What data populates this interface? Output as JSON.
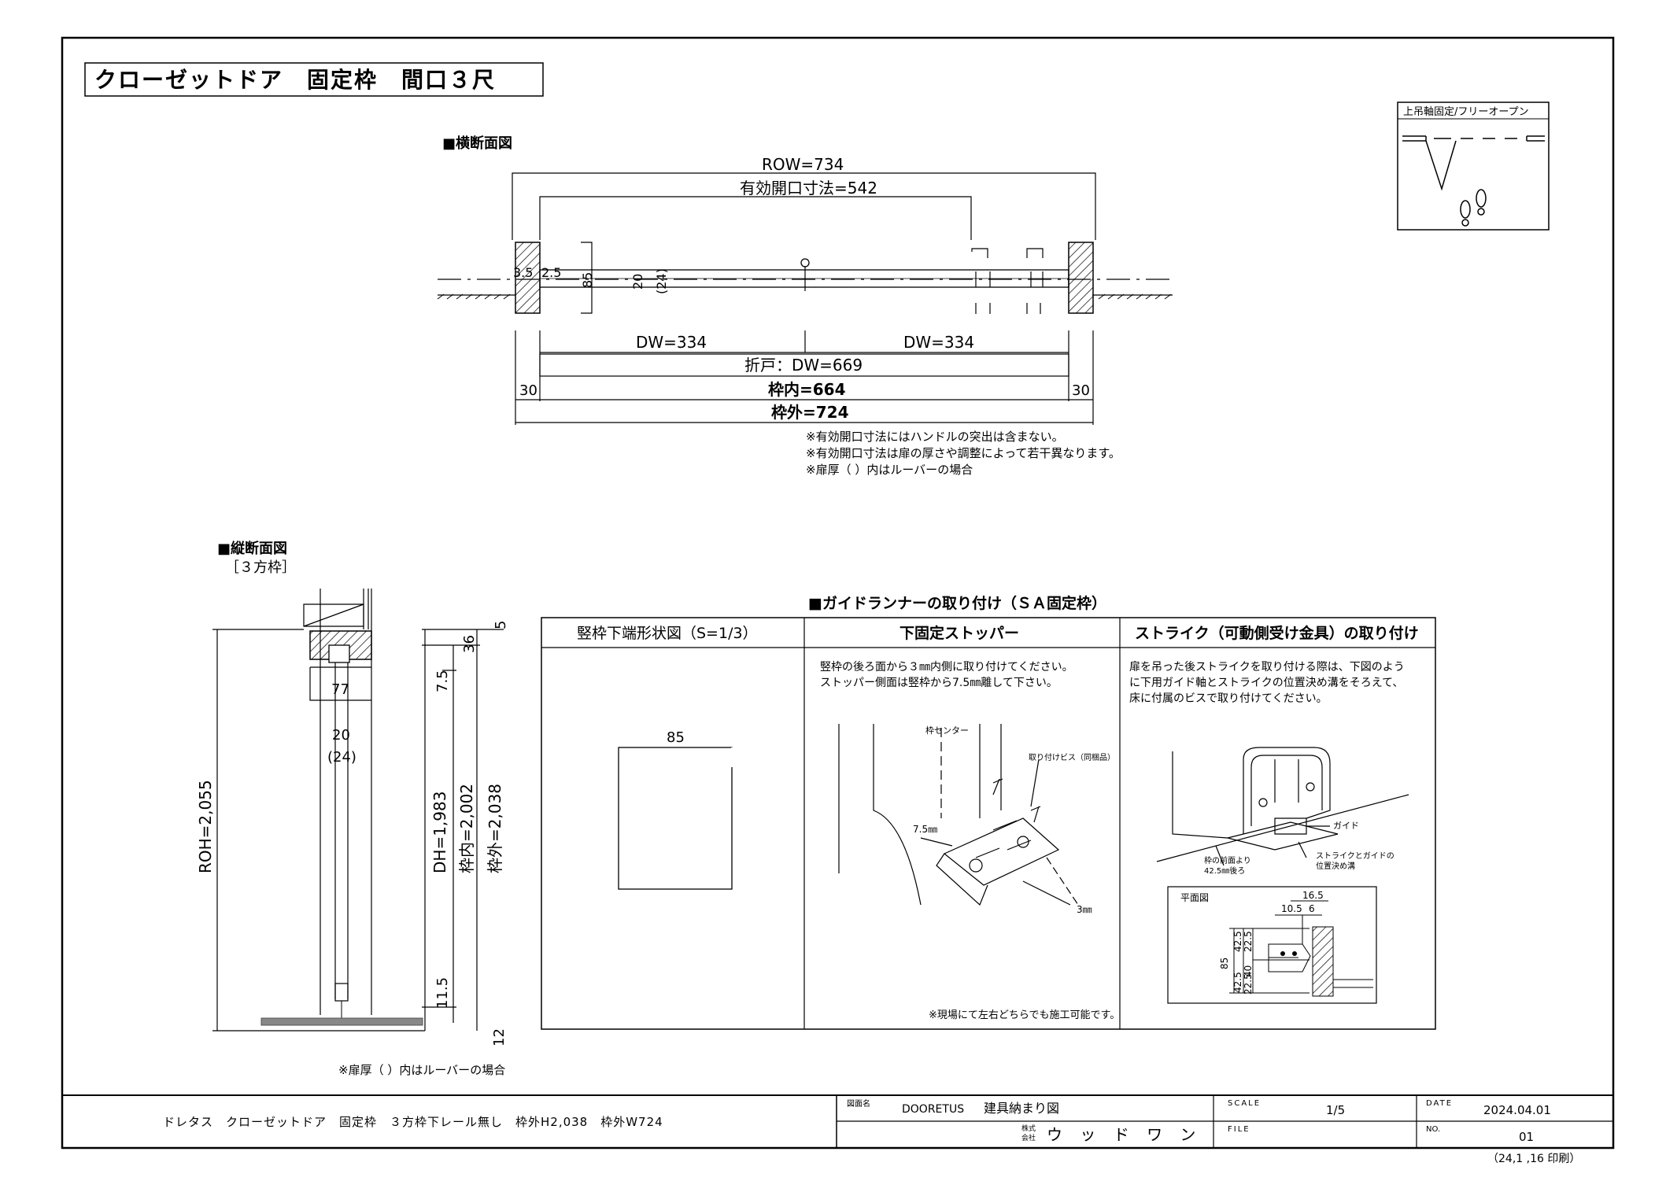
{
  "title": "クローゼットドア　固定枠　間口３尺",
  "legend": {
    "title": "上吊軸固定/フリーオープン"
  },
  "cross_section": {
    "heading": "■横断面図",
    "row": "ROW=734",
    "effective_opening": "有効開口寸法=542",
    "dim_35": "3.5",
    "dim_25": "2.5",
    "dim_85": "85",
    "dim_20": "20",
    "dim_24": "(24)",
    "dw_left": "DW=334",
    "dw_right": "DW=334",
    "fold_dw": "折戸：DW=669",
    "side_left": "30",
    "side_right": "30",
    "inner": "枠内=664",
    "outer": "枠外=724",
    "notes": [
      "※有効開口寸法にはハンドルの突出は含まない。",
      "※有効開口寸法は扉の厚さや調整によって若干異なります。",
      "※扉厚（ ）内はルーバーの場合"
    ]
  },
  "vertical_section": {
    "heading": "■縦断面図",
    "subheading": "［３方枠］",
    "dim_77": "77",
    "dim_20": "20",
    "dim_24": "(24)",
    "roh": "ROH=2,055",
    "dh": "DH=1,983",
    "inner": "枠内=2,002",
    "outer": "枠外=2,038",
    "dim_5": "5",
    "dim_36": "36",
    "dim_75": "7.5",
    "dim_115": "11.5",
    "dim_12": "12",
    "note": "※扉厚（ ）内はルーバーの場合"
  },
  "guide_runner": {
    "heading": "■ガイドランナーの取り付け（ＳＡ固定枠）",
    "col1": {
      "header": "竪枠下端形状図（S=1/3）",
      "dim": "85"
    },
    "col2": {
      "header": "下固定ストッパー",
      "text": [
        "竪枠の後ろ面から３㎜内側に取り付けてください。",
        "ストッパー側面は竪枠から7.5㎜離して下さい。"
      ],
      "label_center": "枠センター",
      "label_screw": "取り付けビス（同梱品）",
      "label_75": "7.5㎜",
      "label_3": "3㎜",
      "note": "※現場にて左右どちらでも施工可能です。"
    },
    "col3": {
      "header": "ストライク（可動側受け金具）の取り付け",
      "text": [
        "扉を吊った後ストライクを取り付ける際は、下図のよう",
        "に下用ガイド軸とストライクの位置決め溝をそろえて、",
        "床に付属のビスで取り付けてください。"
      ],
      "label_guide": "ガイド",
      "label_front": "枠の前面より",
      "label_front2": "42.5㎜後ろ",
      "label_strike": "ストライクとガイドの",
      "label_strike2": "位置決め溝",
      "plan_label": "平面図",
      "dim_165": "16.5",
      "dim_105": "10.5",
      "dim_6": "6",
      "dim_85": "85",
      "dim_425a": "42.5",
      "dim_425b": "42.5",
      "dim_225a": "22.5",
      "dim_40": "40",
      "dim_225b": "22.5"
    }
  },
  "title_block": {
    "description": "ドレタス　クローゼットドア　固定枠　３方枠下レール無し　枠外H2,038　枠外W724",
    "drawing_name_label": "図面名",
    "drawing_name_brand": "DOORETUS",
    "drawing_name": "建具納まり図",
    "company_prefix_1": "株式",
    "company_prefix_2": "会社",
    "company": "ウ ッ ド ワ ン",
    "scale_label": "SCALE",
    "scale": "1/5",
    "file_label": "FILE",
    "file": "",
    "date_label": "DATE",
    "date": "2024.04.01",
    "no_label": "NO.",
    "no": "01",
    "print_note": "（24,1 ,16 印刷）"
  }
}
